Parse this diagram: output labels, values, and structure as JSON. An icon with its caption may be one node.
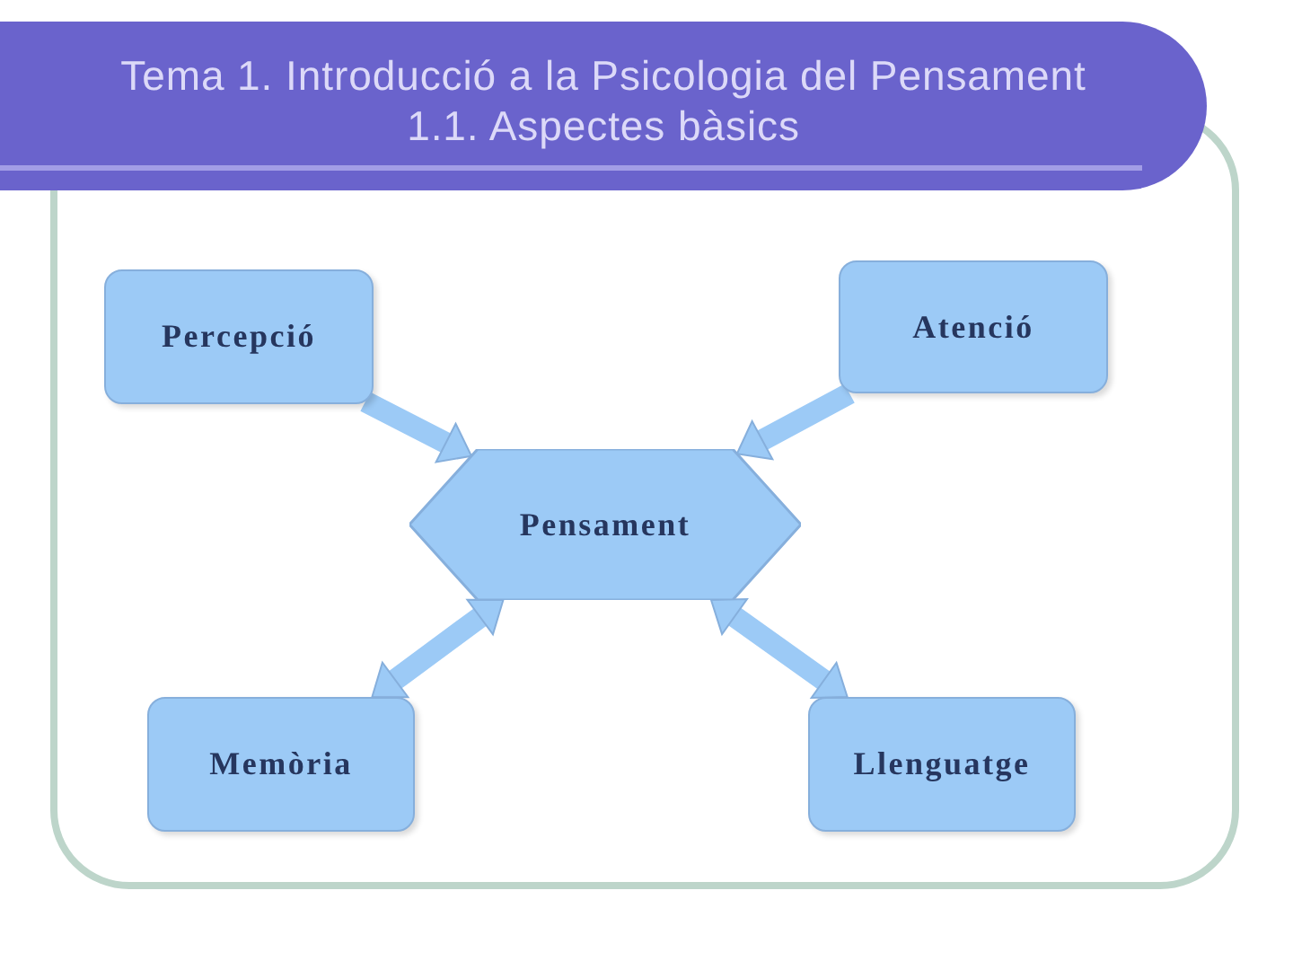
{
  "diagram": {
    "title": "Tema 1. Introducció a la Psicologia del Pensament",
    "nodes": [
      {
        "text": [
          "Percepció"
        ]
      },
      {
        "text": [
          "Atenció"
        ]
      },
      {
        "text": [
          "Pensament"
        ]
      },
      {
        "text": [
          "Memòria"
        ]
      },
      {
        "text": [
          "Llenguatge"
        ]
      }
    ],
    "edges": [
      {
        "from": 0,
        "to": 2,
        "arrow": "to"
      },
      {
        "from": 1,
        "to": 2,
        "arrow": "to"
      },
      {
        "from": 2,
        "to": 3,
        "arrow": "both"
      },
      {
        "from": 2,
        "to": 4,
        "arrow": "both"
      }
    ],
    "labels": [
      "1.1. Aspectes bàsics"
    ]
  }
}
